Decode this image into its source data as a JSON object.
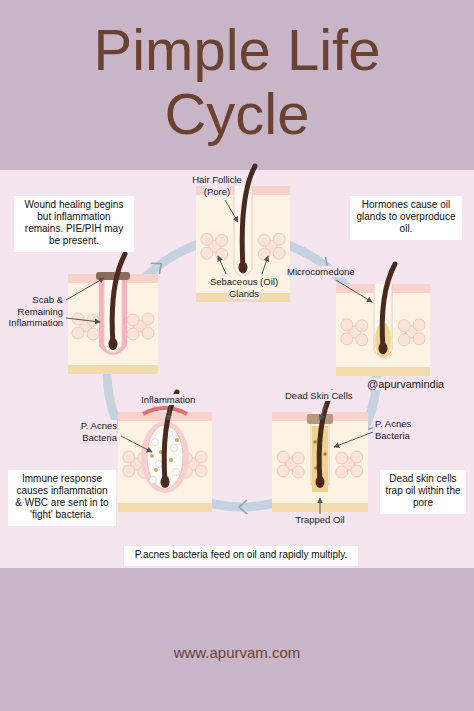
{
  "diagram": {
    "title": "Pimple Life Cycle",
    "nodes": [
      {
        "text": [
          "Wound healing begins but inflammation remains. PIE/PIH may be present."
        ]
      },
      {
        "text": [
          "Hormones cause oil glands to overproduce oil."
        ]
      },
      {
        "text": [
          "Immune response causes inflammation & WBC are sent in to 'fight' bacteria."
        ]
      },
      {
        "text": [
          "Dead skin cells trap oil within the pore"
        ]
      },
      {
        "text": [
          "P.acnes bacteria feed on oil and rapidly multiply."
        ]
      }
    ],
    "labels": [
      "Hair Follicle (Pore)",
      "Sebaceous (Oil) Glands",
      "Microcomedone",
      "@apurvamindia",
      "Dead Skin Cells",
      "P. Acnes Bacteria",
      "Trapped Oil",
      "Inflammation",
      "P. Acnes Bacteria",
      "Scab & Remaining Inflammation",
      "www.apurvam.com"
    ]
  }
}
